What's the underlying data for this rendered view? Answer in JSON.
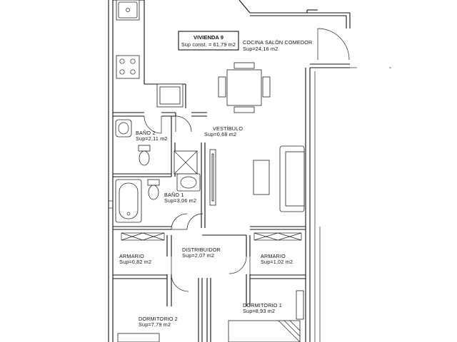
{
  "unit": {
    "title": "VIVIENDA 9",
    "area": "Sup const. = 61,79 m2"
  },
  "rooms": [
    {
      "name": "COCINA  SALÓN  COMEDOR",
      "area": "Sup=24,16  m2"
    },
    {
      "name": "VESTÍBULO",
      "area": "Sup=0,68  m2"
    },
    {
      "name": "BAÑO  2",
      "area": "Sup=2,11  m2"
    },
    {
      "name": "BAÑO  1",
      "area": "Sup=3,06  m2"
    },
    {
      "name": "DISTRIBUIDOR",
      "area": "Sup=2,07  m2"
    },
    {
      "name": "ARMARIO",
      "area": "Sup=0,82  m2"
    },
    {
      "name": "ARMARIO",
      "area": "Sup=1,02  m2"
    },
    {
      "name": "DORMITORIO  2",
      "area": "Sup=7,79  m2"
    },
    {
      "name": "DORMITORIO  1",
      "area": "Sup=8,93  m2"
    }
  ]
}
